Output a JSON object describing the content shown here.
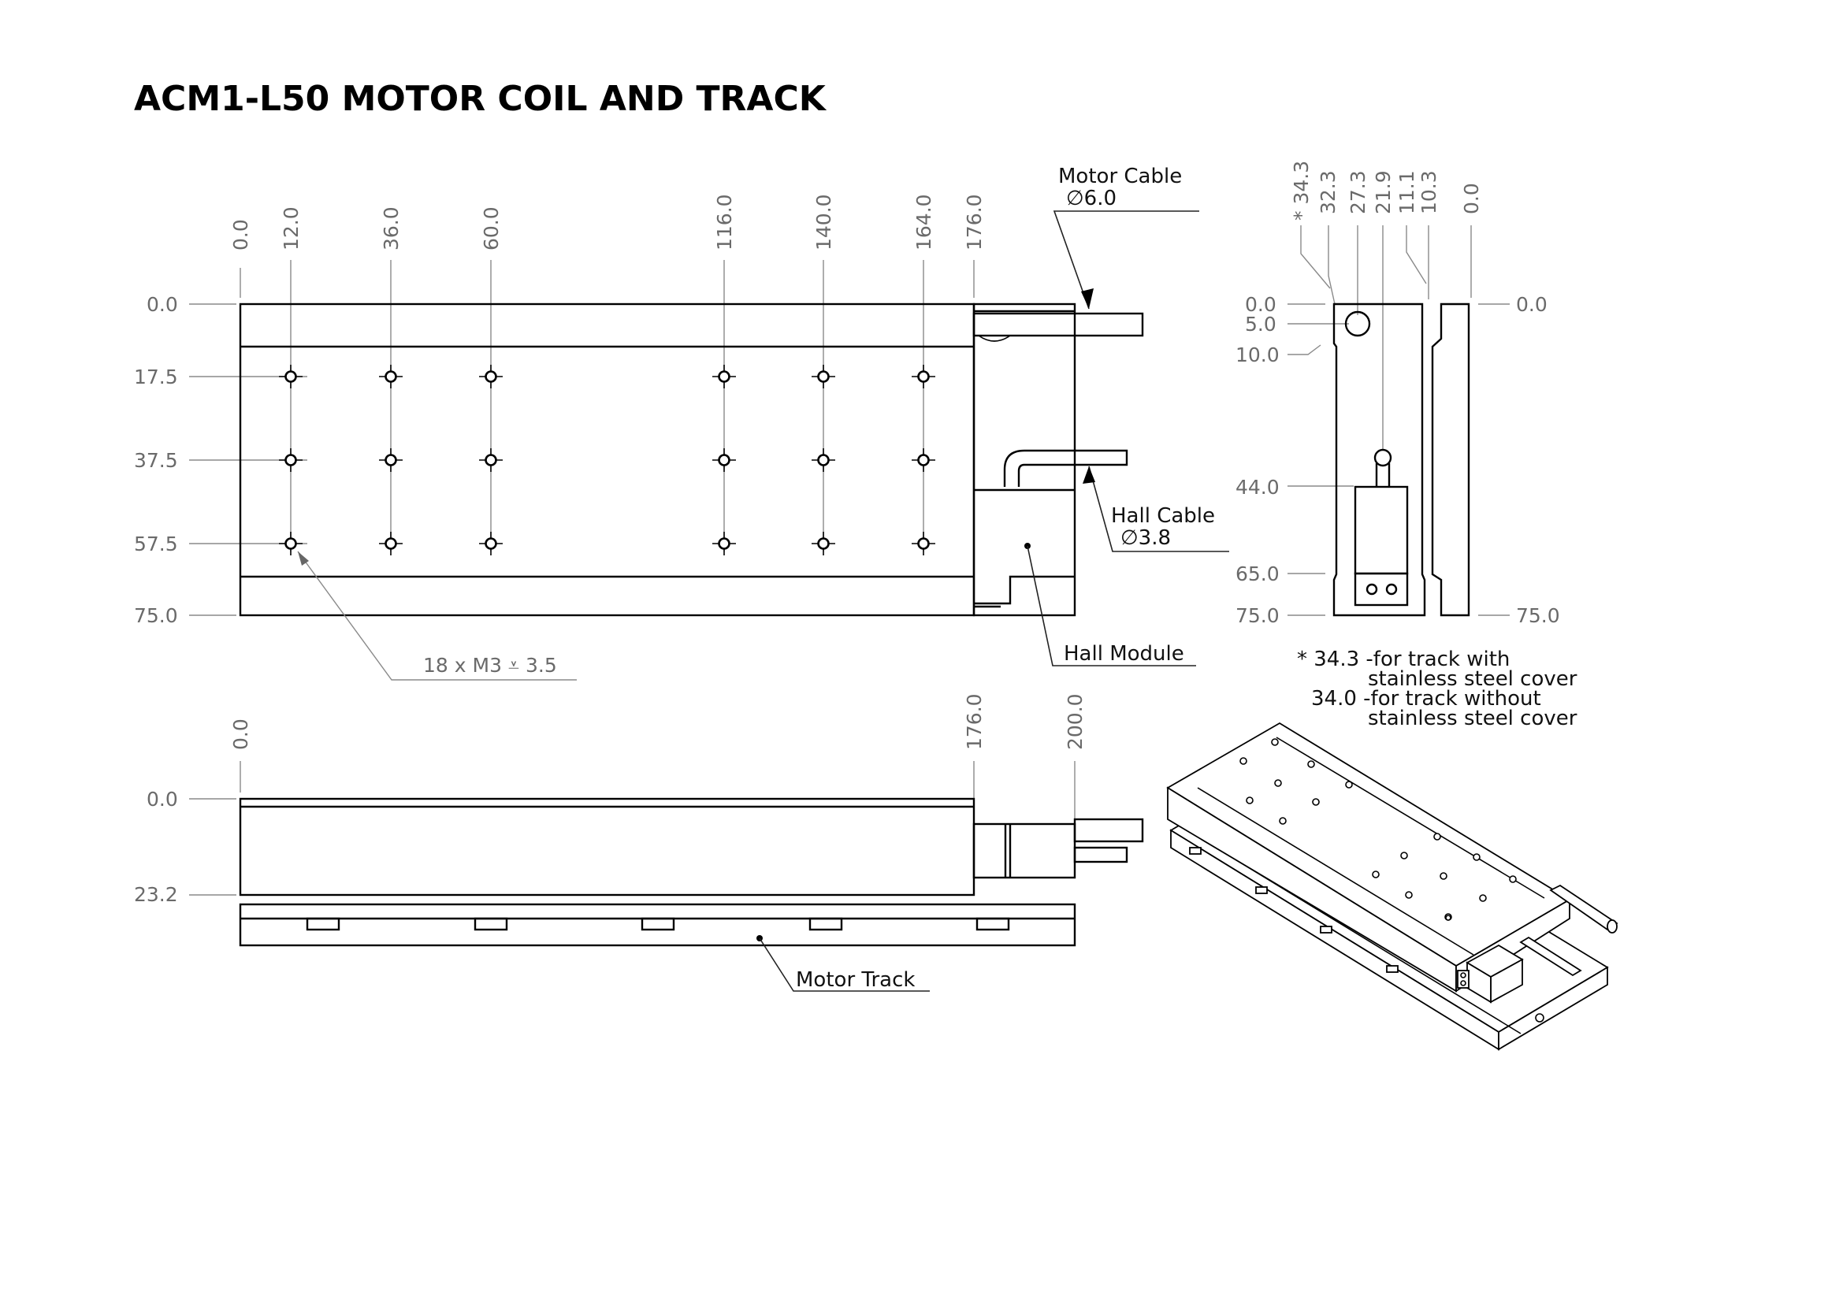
{
  "title": "ACM1-L50 MOTOR COIL AND TRACK",
  "top_view": {
    "x_dims": [
      "0.0",
      "12.0",
      "36.0",
      "60.0",
      "116.0",
      "140.0",
      "164.0",
      "176.0"
    ],
    "y_dims": [
      "0.0",
      "17.5",
      "37.5",
      "57.5",
      "75.0"
    ],
    "hole_callout": "18 x M3 ⩡ 3.5",
    "motor_cable": {
      "label": "Motor Cable",
      "size": "∅6.0"
    },
    "hall_cable": {
      "label": "Hall Cable",
      "size": "∅3.8"
    },
    "hall_module": "Hall Module"
  },
  "end_view": {
    "top_dims": [
      "* 34.3",
      "32.3",
      "27.3",
      "21.9",
      "11.1",
      "10.3",
      "0.0"
    ],
    "left_dims": [
      "0.0",
      "5.0",
      "10.0",
      "44.0",
      "65.0",
      "75.0"
    ],
    "right_dims": [
      "0.0",
      "75.0"
    ],
    "footnote": [
      "* 34.3 -for track with",
      "stainless steel cover",
      "34.0 -for track without",
      "stainless steel cover"
    ]
  },
  "side_view": {
    "x_dims": [
      "0.0",
      "176.0",
      "200.0"
    ],
    "y_dims": [
      "0.0",
      "23.2"
    ],
    "motor_track": "Motor Track"
  }
}
